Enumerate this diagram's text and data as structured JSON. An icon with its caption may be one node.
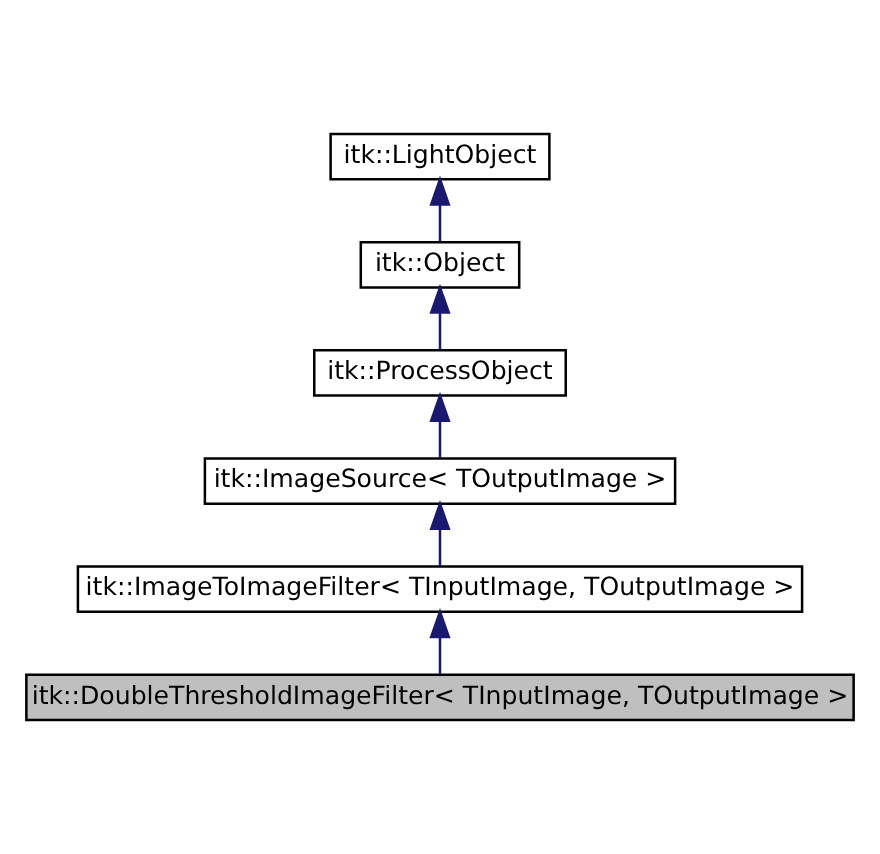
{
  "diagram": {
    "nodes": [
      {
        "text": [
          "itk::LightObject"
        ]
      },
      {
        "text": [
          "itk::Object"
        ]
      },
      {
        "text": [
          "itk::ProcessObject"
        ]
      },
      {
        "text": [
          "itk::ImageSource< TOutputImage >"
        ]
      },
      {
        "text": [
          "itk::ImageToImageFilter< TInputImage, TOutputImage >"
        ]
      },
      {
        "text": [
          "itk::DoubleThresholdImageFilter< TInputImage, TOutputImage >"
        ]
      }
    ],
    "edges": [
      {
        "from": 1,
        "to": 0,
        "arrow": "to"
      },
      {
        "from": 2,
        "to": 1,
        "arrow": "to"
      },
      {
        "from": 3,
        "to": 2,
        "arrow": "to"
      },
      {
        "from": 4,
        "to": 3,
        "arrow": "to"
      },
      {
        "from": 5,
        "to": 4,
        "arrow": "to"
      }
    ]
  }
}
